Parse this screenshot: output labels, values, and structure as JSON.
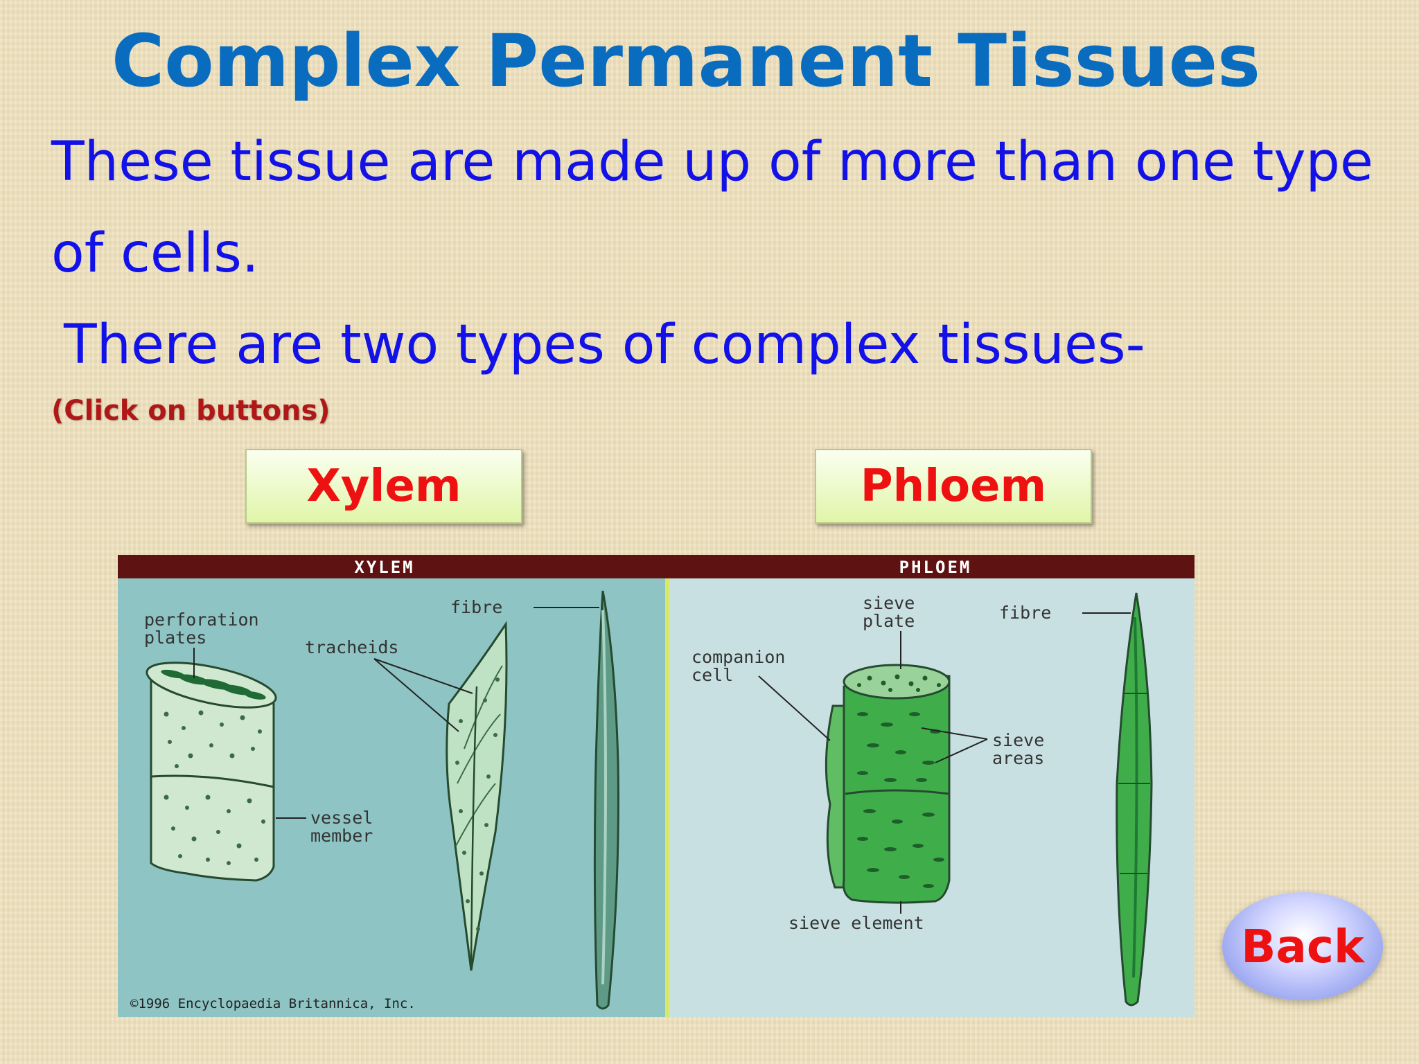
{
  "slide": {
    "title": "Complex Permanent Tissues",
    "body_line1": "These tissue are made up of more than one type",
    "body_line2": "of cells.",
    "body_line3": "There are two types of  complex tissues-",
    "hint": "(Click on buttons)"
  },
  "buttons": {
    "xylem": "Xylem",
    "phloem": "Phloem",
    "back": "Back"
  },
  "diagram": {
    "xylem_header": "XYLEM",
    "phloem_header": "PHLOEM",
    "xylem_labels": {
      "perforation_1": "perforation",
      "perforation_2": "plates",
      "tracheids": "tracheids",
      "fibre": "fibre",
      "vessel_1": "vessel",
      "vessel_2": "member"
    },
    "phloem_labels": {
      "sieve_plate_1": "sieve",
      "sieve_plate_2": "plate",
      "fibre": "fibre",
      "companion_1": "companion",
      "companion_2": "cell",
      "sieve_areas_1": "sieve",
      "sieve_areas_2": "areas",
      "sieve_element": "sieve element"
    },
    "copyright": "©1996 Encyclopaedia Britannica, Inc.",
    "colors": {
      "header": "#5e1212",
      "xylem_bg": "#8fc4c4",
      "phloem_bg": "#c9e0e2",
      "divider": "#d8e86a",
      "cell_light": "#cfe8cf",
      "cell_green": "#3fae4a",
      "dot_dark": "#1e5e2a"
    }
  }
}
